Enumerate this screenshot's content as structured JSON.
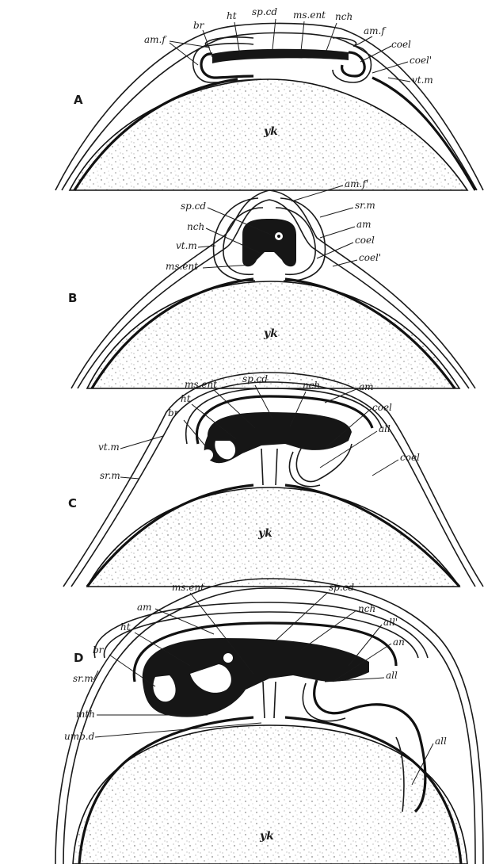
{
  "panels": {
    "A": {
      "letter": "A",
      "labels": {
        "br": "br",
        "ht": "ht",
        "sp_cd": "sp.cd",
        "ms_ent": "ms.ent",
        "nch": "nch",
        "am_f_left": "am.f",
        "am_f_right": "am.f",
        "coel": "coel",
        "coel2": "coel'",
        "vt_m": "vt.m",
        "yk": "yk"
      }
    },
    "B": {
      "letter": "B",
      "labels": {
        "am_f": "am.f'",
        "sr_m": "sr.m",
        "sp_cd": "sp.cd",
        "nch": "nch",
        "am": "am",
        "vt_m": "vt.m",
        "coel": "coel",
        "coel2": "coel'",
        "ms_ent": "ms.ent",
        "yk": "yk"
      }
    },
    "C": {
      "letter": "C",
      "labels": {
        "ms_ent": "ms.ent",
        "sp_cd": "sp.cd",
        "nch": "nch",
        "am": "am",
        "ht": "ht",
        "coel_top": "coel",
        "br": "br",
        "all": "all",
        "vt_m": "vt.m",
        "coel": "coel",
        "sr_m": "sr.m",
        "yk": "yk"
      }
    },
    "D": {
      "letter": "D",
      "labels": {
        "ms_ent": "ms.ent",
        "sp_cd": "sp.cd",
        "am": "am",
        "nch": "nch",
        "all2": "all'",
        "ht": "ht",
        "an": "an",
        "br": "br",
        "all": "all",
        "sr_m": "sr.m",
        "mth": "mth",
        "umb_d": "umb.d",
        "all_lower": "all",
        "yk": "yk"
      }
    }
  }
}
